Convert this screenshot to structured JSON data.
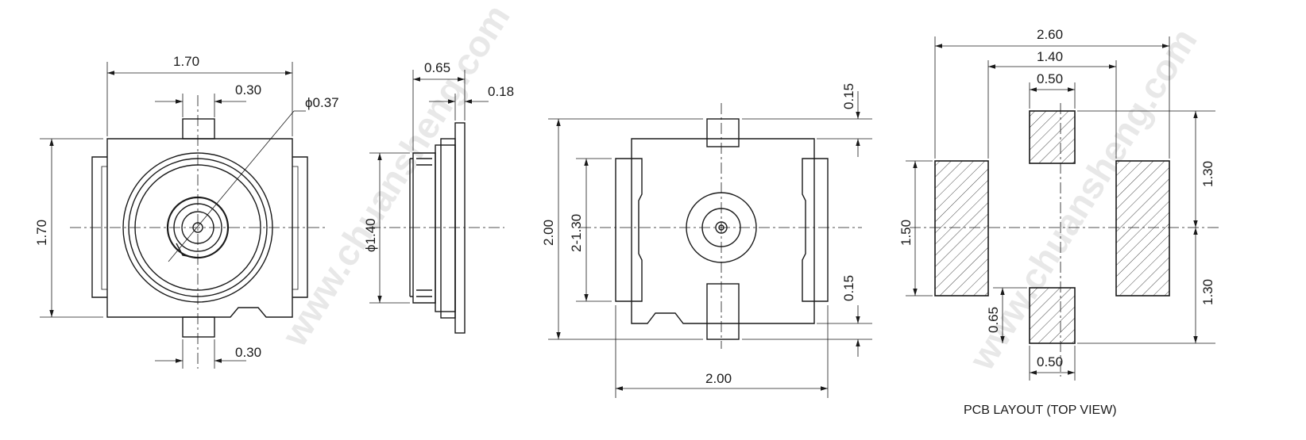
{
  "watermark": "www.chuansheng.com",
  "front_view": {
    "width": "1.70",
    "height": "1.70",
    "top_pin": "0.30",
    "bottom_pin": "0.30",
    "pin_dia": "ϕ0.37"
  },
  "side_view": {
    "depth": "0.65",
    "flange": "0.18",
    "dia": "ϕ1.40"
  },
  "bottom_view": {
    "width": "2.00",
    "height": "2.00",
    "pad_pitch": "2-1.30",
    "pad_top": "0.15",
    "pad_bottom": "0.15"
  },
  "pcb_layout": {
    "overall": "2.60",
    "inner": "1.40",
    "top_pad": "0.50",
    "bottom_pad": "0.50",
    "side_height": "1.50",
    "upper": "1.30",
    "lower": "1.30",
    "offset": "0.65",
    "caption": "PCB LAYOUT (TOP VIEW)"
  }
}
